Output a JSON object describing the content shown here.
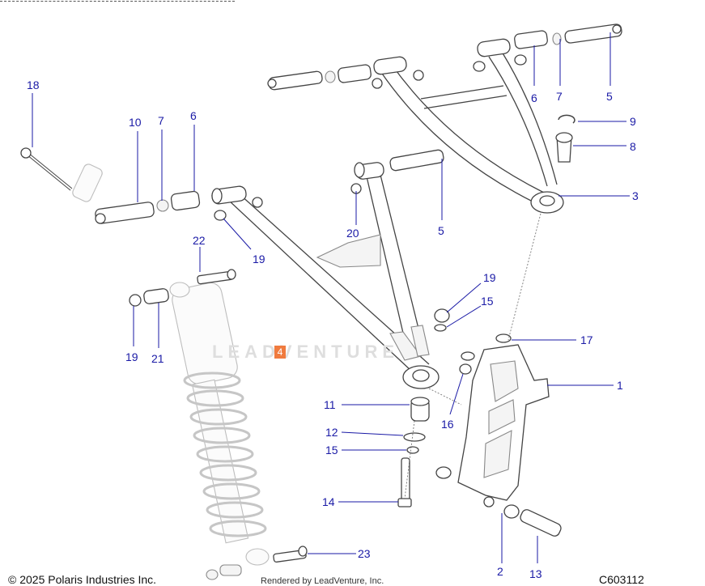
{
  "diagram": {
    "code": "C603112",
    "copyright": "© 2025 Polaris Industries Inc.",
    "rendered_by": "Rendered by LeadVenture, Inc.",
    "watermark": "LEADVENTURE",
    "highlighted_callout": "4",
    "callouts": [
      "18",
      "10",
      "7",
      "6",
      "7",
      "6",
      "5",
      "9",
      "8",
      "3",
      "5",
      "20",
      "22",
      "19",
      "19",
      "15",
      "17",
      "1",
      "19",
      "21",
      "11",
      "16",
      "12",
      "15",
      "14",
      "23",
      "2",
      "13"
    ]
  }
}
